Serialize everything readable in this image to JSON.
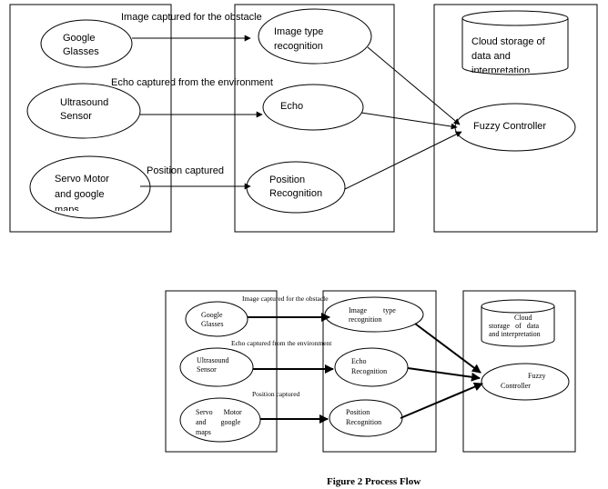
{
  "diagram1": {
    "nodes": {
      "google_glasses": [
        "Google",
        "Glasses"
      ],
      "ultrasound_sensor": [
        "Ultrasound",
        "Sensor"
      ],
      "servo_motor": [
        "Servo Motor",
        "and google",
        "maps"
      ],
      "image_type_recognition": [
        "Image type",
        "recognition"
      ],
      "echo": [
        "Echo"
      ],
      "position_recognition": [
        "Position",
        "Recognition"
      ],
      "cloud_storage": [
        "Cloud storage of",
        "data and",
        "interpretation"
      ],
      "fuzzy_controller": [
        "Fuzzy Controller"
      ]
    },
    "edge_labels": {
      "image": "Image captured for the obstacle",
      "echo": "Echo captured from the environment",
      "position": "Position captured"
    }
  },
  "diagram2": {
    "nodes": {
      "google_glasses": [
        "Google",
        "Glasses"
      ],
      "ultrasound_sensor": [
        "Ultrasound",
        "Sensor"
      ],
      "servo_motor": [
        "Servo      Motor",
        "and        google",
        "maps"
      ],
      "image_type_recognition": [
        "Image         type",
        "recognition"
      ],
      "echo_recognition": [
        "Echo",
        "Recognition"
      ],
      "position_recognition": [
        "Position",
        "Recognition"
      ],
      "cloud_storage": [
        "Cloud",
        "storage   of   data",
        "and interpretation"
      ],
      "fuzzy_controller": [
        "Fuzzy",
        "Controller"
      ]
    },
    "edge_labels": {
      "image": "Image captured for the obstacle",
      "echo": "Echo captured from the environment",
      "position": "Position captured"
    }
  },
  "caption": "Figure 2 Process Flow"
}
